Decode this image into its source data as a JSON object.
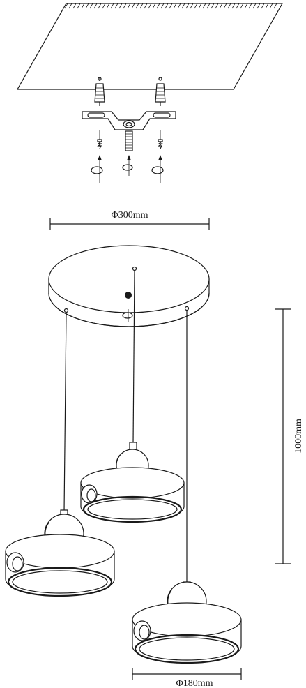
{
  "dimensions": {
    "canopy_diameter": "Φ300mm",
    "drop_height": "1000mm",
    "shade_diameter": "Φ180mm"
  },
  "colors": {
    "line": "#1a1a1a",
    "background": "#ffffff"
  },
  "icons": {
    "rotate": "rotate-arrow-icon",
    "push": "up-arrow-icon"
  }
}
